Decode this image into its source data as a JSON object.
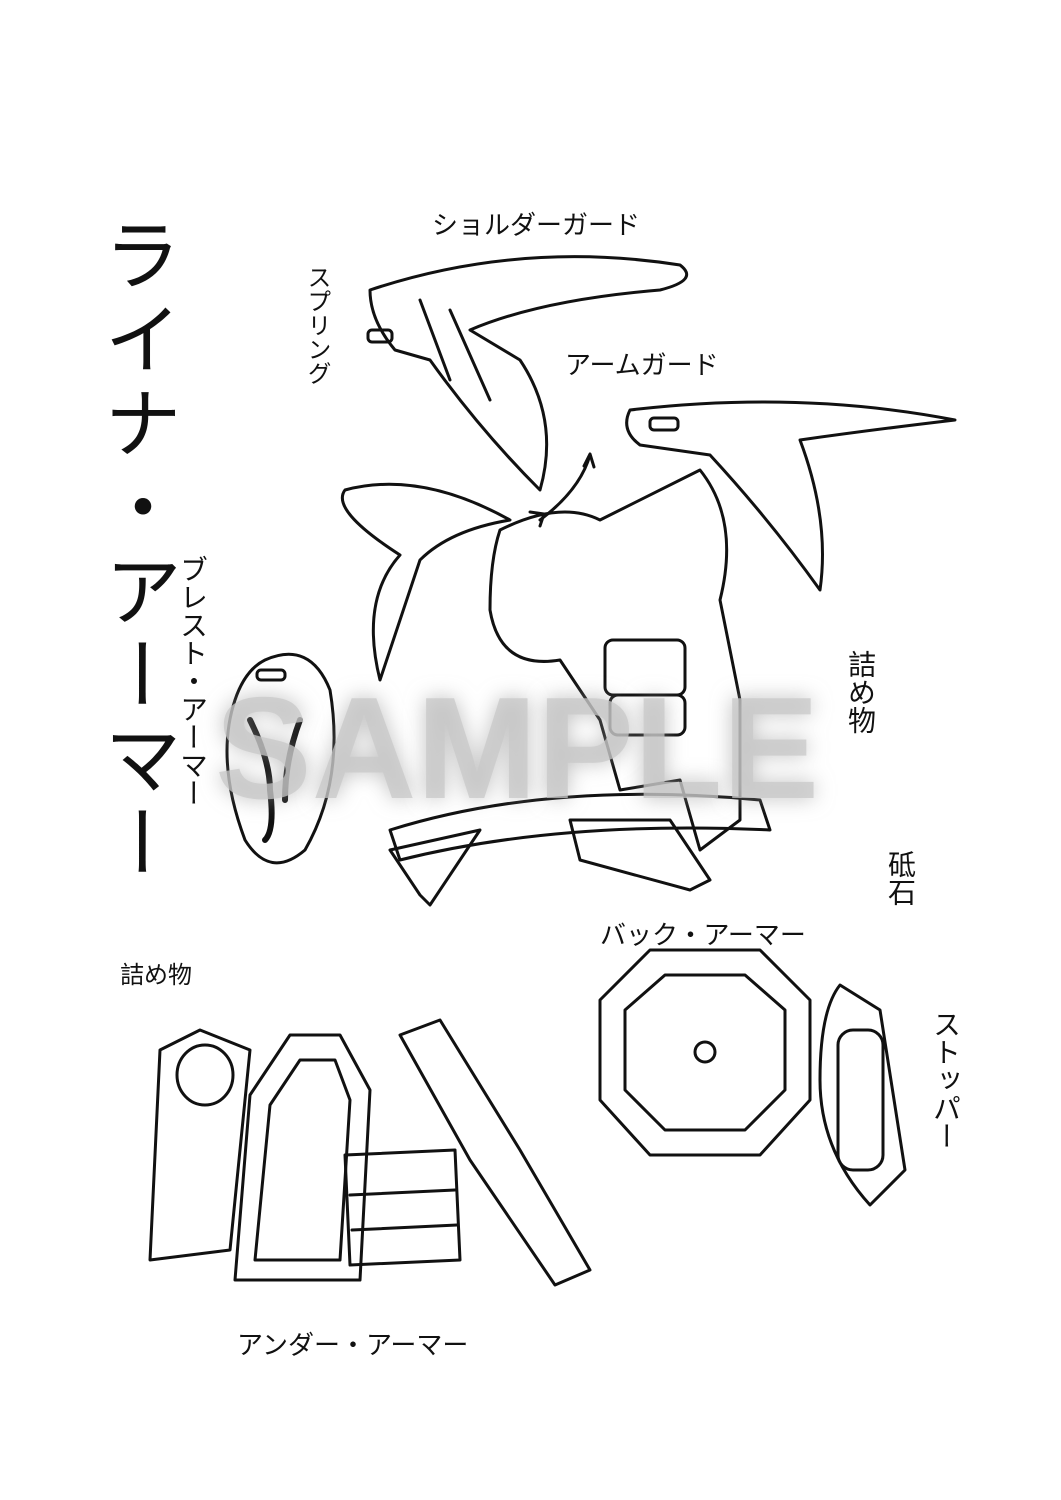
{
  "title": "ライナ・アーマー",
  "labels": {
    "shoulder_guard": "ショルダーガード",
    "spring": "スプリング",
    "arm_guard": "アームガード",
    "breast_armor": "ブレスト・アーマー",
    "padding_right": "詰め物",
    "whetstone": "砥石",
    "back_armor": "バック・アーマー",
    "stopper": "ストッパー",
    "padding_left": "詰め物",
    "under_armor": "アンダー・アーマー"
  },
  "watermark": "SAMPLE"
}
